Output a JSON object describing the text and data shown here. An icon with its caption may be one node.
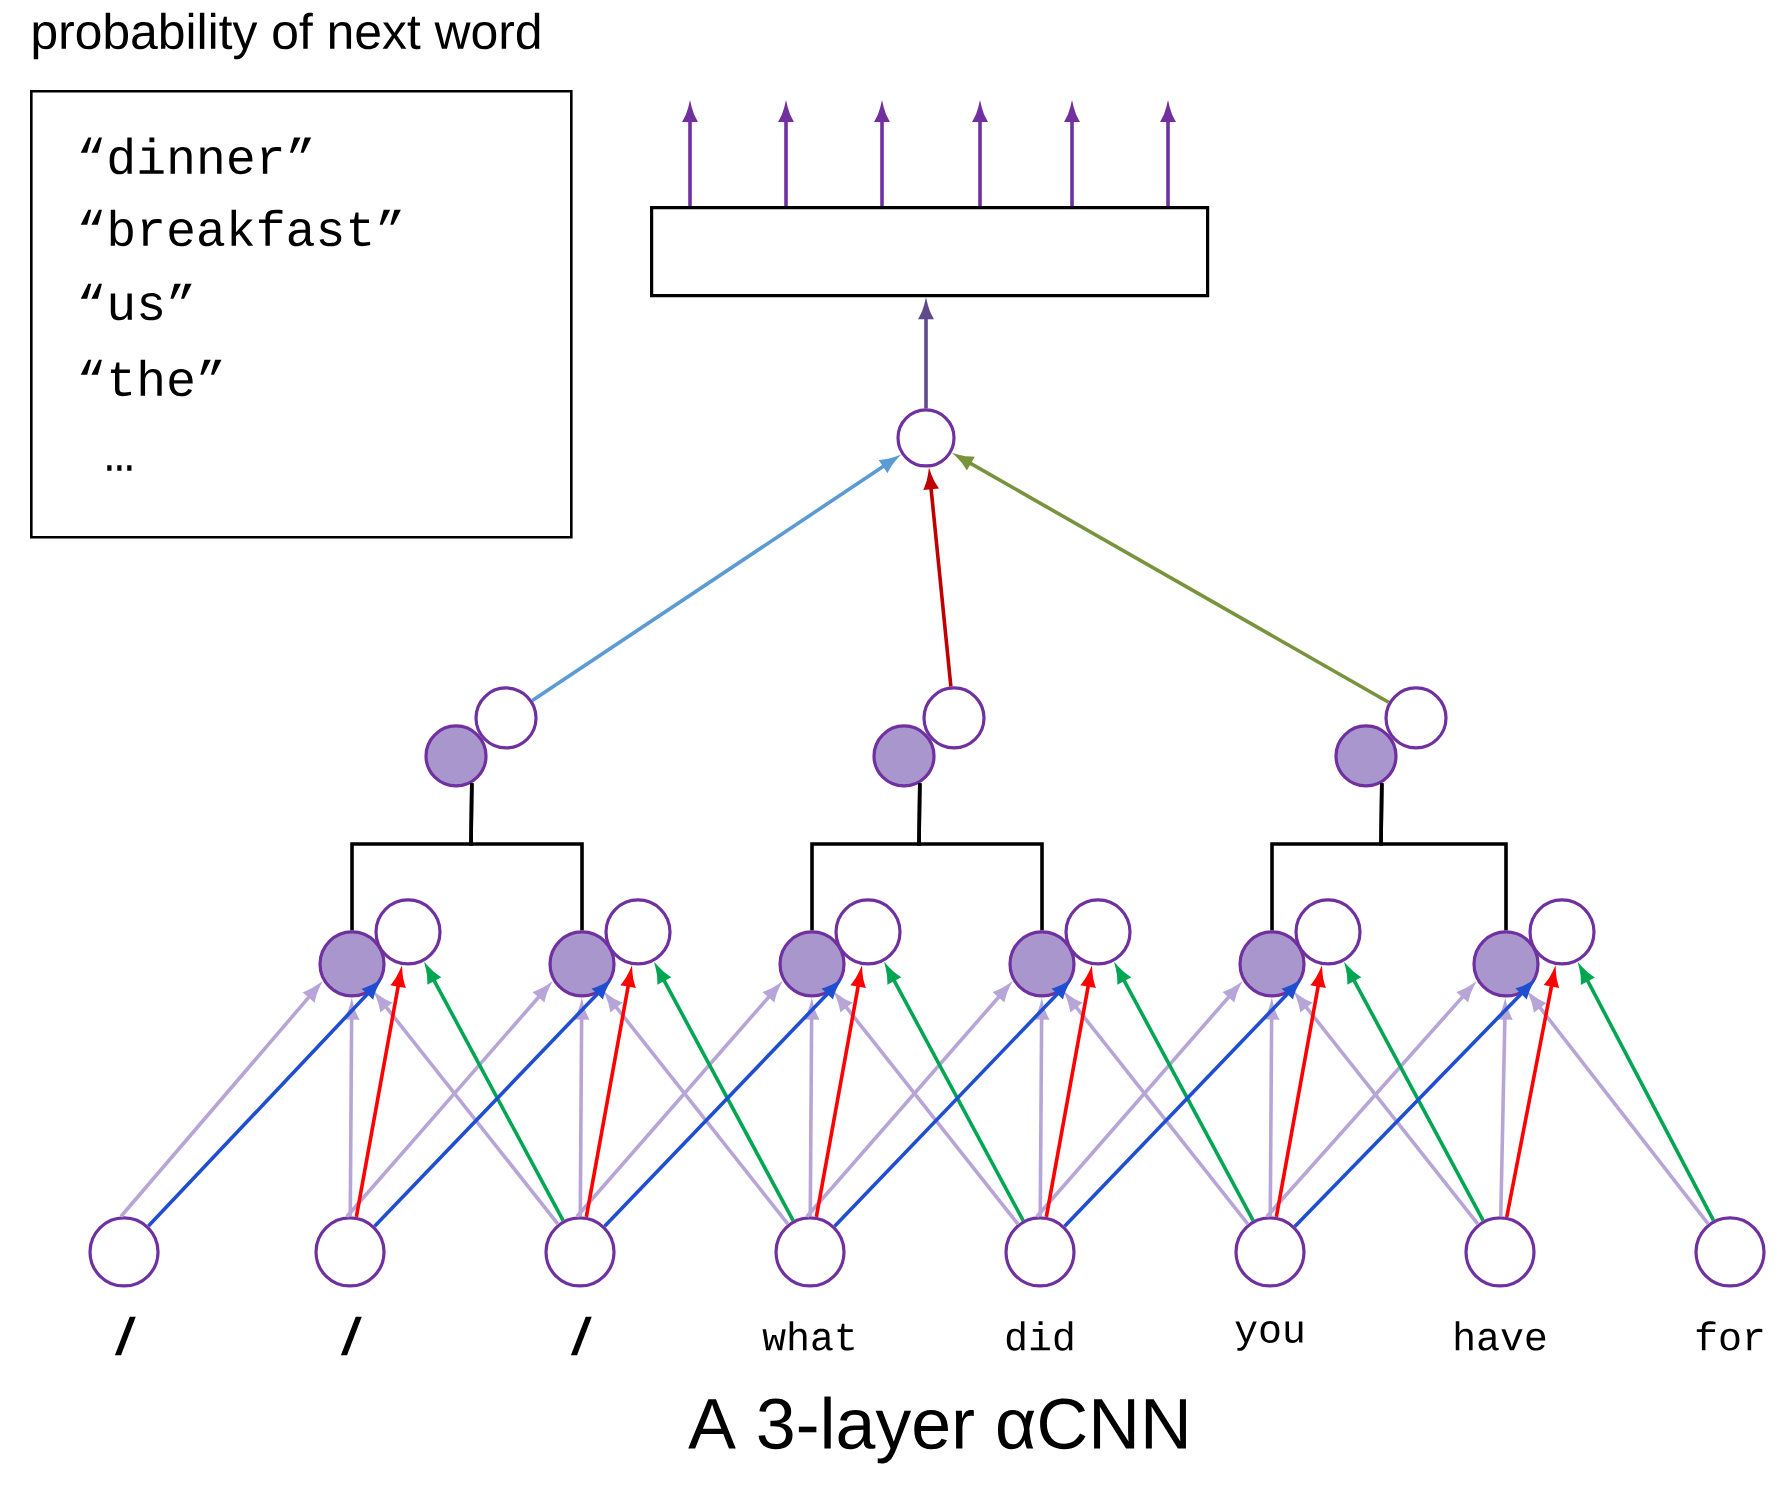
{
  "diagram": {
    "caption": "A 3-layer αCNN",
    "nodes": [
      {
        "text": [
          "probability of next word",
          "“dinner”",
          "“breakfast”",
          "“us”",
          "“the”",
          "…"
        ]
      },
      {
        "text": [],
        "shape": "box"
      },
      {
        "text": [],
        "shape": "circle"
      },
      {
        "text": [],
        "shape": "circle"
      },
      {
        "text": [],
        "shape": "circle"
      },
      {
        "text": [],
        "shape": "circle"
      },
      {
        "text": [],
        "shape": "circle"
      },
      {
        "text": [],
        "shape": "circle"
      },
      {
        "text": [],
        "shape": "circle"
      },
      {
        "text": [],
        "shape": "circle"
      },
      {
        "text": [],
        "shape": "circle"
      },
      {
        "text": [],
        "shape": "circle"
      },
      {
        "text": [],
        "shape": "circle"
      },
      {
        "text": [],
        "shape": "circle"
      },
      {
        "text": [],
        "shape": "circle"
      },
      {
        "text": [],
        "shape": "circle"
      },
      {
        "text": [],
        "shape": "circle"
      },
      {
        "text": [],
        "shape": "circle"
      },
      {
        "text": [],
        "shape": "circle"
      },
      {
        "text": [],
        "shape": "circle"
      },
      {
        "text": [],
        "shape": "circle"
      },
      {
        "text": [],
        "shape": "circle",
        "beside": [
          "/"
        ]
      },
      {
        "text": [],
        "shape": "circle",
        "beside": [
          "/"
        ]
      },
      {
        "text": [],
        "shape": "circle",
        "beside": [
          "/"
        ]
      },
      {
        "text": [],
        "shape": "circle",
        "beside": [
          "what"
        ]
      },
      {
        "text": [],
        "shape": "circle",
        "beside": [
          "did"
        ]
      },
      {
        "text": [],
        "shape": "circle",
        "beside": [
          "you"
        ]
      },
      {
        "text": [],
        "shape": "circle",
        "beside": [
          "have"
        ]
      },
      {
        "text": [],
        "shape": "circle",
        "beside": [
          "for"
        ]
      }
    ],
    "edges": [
      {
        "from": 2,
        "to": 1,
        "arrow": "to",
        "color": "#5f4b8b"
      },
      {
        "from": 1,
        "to": null,
        "arrow": "to",
        "color": "#7030a0"
      },
      {
        "from": 1,
        "to": null,
        "arrow": "to",
        "color": "#7030a0"
      },
      {
        "from": 1,
        "to": null,
        "arrow": "to",
        "color": "#7030a0"
      },
      {
        "from": 1,
        "to": null,
        "arrow": "to",
        "color": "#7030a0"
      },
      {
        "from": 1,
        "to": null,
        "arrow": "to",
        "color": "#7030a0"
      },
      {
        "from": 1,
        "to": null,
        "arrow": "to",
        "color": "#7030a0"
      },
      {
        "from": 4,
        "to": 2,
        "arrow": "to",
        "color": "#5b9bd5"
      },
      {
        "from": 6,
        "to": 2,
        "arrow": "to",
        "color": "#c00000"
      },
      {
        "from": 8,
        "to": 2,
        "arrow": "to",
        "color": "#77933c"
      },
      {
        "from": 3,
        "to": 9,
        "arrow": "none",
        "color": "#000000"
      },
      {
        "from": 3,
        "to": 11,
        "arrow": "none",
        "color": "#000000"
      },
      {
        "from": 5,
        "to": 13,
        "arrow": "none",
        "color": "#000000"
      },
      {
        "from": 5,
        "to": 15,
        "arrow": "none",
        "color": "#000000"
      },
      {
        "from": 7,
        "to": 17,
        "arrow": "none",
        "color": "#000000"
      },
      {
        "from": 7,
        "to": 19,
        "arrow": "none",
        "color": "#000000"
      },
      {
        "from": 21,
        "to": 9,
        "arrow": "to",
        "color": "#b7a5d8"
      },
      {
        "from": 22,
        "to": 9,
        "arrow": "to",
        "color": "#b7a5d8"
      },
      {
        "from": 23,
        "to": 9,
        "arrow": "to",
        "color": "#b7a5d8"
      },
      {
        "from": 22,
        "to": 11,
        "arrow": "to",
        "color": "#b7a5d8"
      },
      {
        "from": 23,
        "to": 11,
        "arrow": "to",
        "color": "#b7a5d8"
      },
      {
        "from": 24,
        "to": 11,
        "arrow": "to",
        "color": "#b7a5d8"
      },
      {
        "from": 23,
        "to": 13,
        "arrow": "to",
        "color": "#b7a5d8"
      },
      {
        "from": 24,
        "to": 13,
        "arrow": "to",
        "color": "#b7a5d8"
      },
      {
        "from": 25,
        "to": 13,
        "arrow": "to",
        "color": "#b7a5d8"
      },
      {
        "from": 24,
        "to": 15,
        "arrow": "to",
        "color": "#b7a5d8"
      },
      {
        "from": 25,
        "to": 15,
        "arrow": "to",
        "color": "#b7a5d8"
      },
      {
        "from": 26,
        "to": 15,
        "arrow": "to",
        "color": "#b7a5d8"
      },
      {
        "from": 25,
        "to": 17,
        "arrow": "to",
        "color": "#b7a5d8"
      },
      {
        "from": 26,
        "to": 17,
        "arrow": "to",
        "color": "#b7a5d8"
      },
      {
        "from": 27,
        "to": 17,
        "arrow": "to",
        "color": "#b7a5d8"
      },
      {
        "from": 26,
        "to": 19,
        "arrow": "to",
        "color": "#b7a5d8"
      },
      {
        "from": 27,
        "to": 19,
        "arrow": "to",
        "color": "#b7a5d8"
      },
      {
        "from": 28,
        "to": 19,
        "arrow": "to",
        "color": "#b7a5d8"
      },
      {
        "from": 21,
        "to": 9,
        "arrow": "to",
        "color": "#1f4fd0"
      },
      {
        "from": 22,
        "to": 10,
        "arrow": "to",
        "color": "#ff0000"
      },
      {
        "from": 23,
        "to": 10,
        "arrow": "to",
        "color": "#00a651"
      },
      {
        "from": 22,
        "to": 11,
        "arrow": "to",
        "color": "#1f4fd0"
      },
      {
        "from": 23,
        "to": 12,
        "arrow": "to",
        "color": "#ff0000"
      },
      {
        "from": 24,
        "to": 12,
        "arrow": "to",
        "color": "#00a651"
      },
      {
        "from": 23,
        "to": 13,
        "arrow": "to",
        "color": "#1f4fd0"
      },
      {
        "from": 24,
        "to": 14,
        "arrow": "to",
        "color": "#ff0000"
      },
      {
        "from": 25,
        "to": 14,
        "arrow": "to",
        "color": "#00a651"
      },
      {
        "from": 24,
        "to": 15,
        "arrow": "to",
        "color": "#1f4fd0"
      },
      {
        "from": 25,
        "to": 16,
        "arrow": "to",
        "color": "#ff0000"
      },
      {
        "from": 26,
        "to": 16,
        "arrow": "to",
        "color": "#00a651"
      },
      {
        "from": 25,
        "to": 17,
        "arrow": "to",
        "color": "#1f4fd0"
      },
      {
        "from": 26,
        "to": 18,
        "arrow": "to",
        "color": "#ff0000"
      },
      {
        "from": 27,
        "to": 18,
        "arrow": "to",
        "color": "#00a651"
      },
      {
        "from": 26,
        "to": 19,
        "arrow": "to",
        "color": "#1f4fd0"
      },
      {
        "from": 27,
        "to": 20,
        "arrow": "to",
        "color": "#ff0000"
      },
      {
        "from": 28,
        "to": 20,
        "arrow": "to",
        "color": "#00a651"
      }
    ]
  }
}
